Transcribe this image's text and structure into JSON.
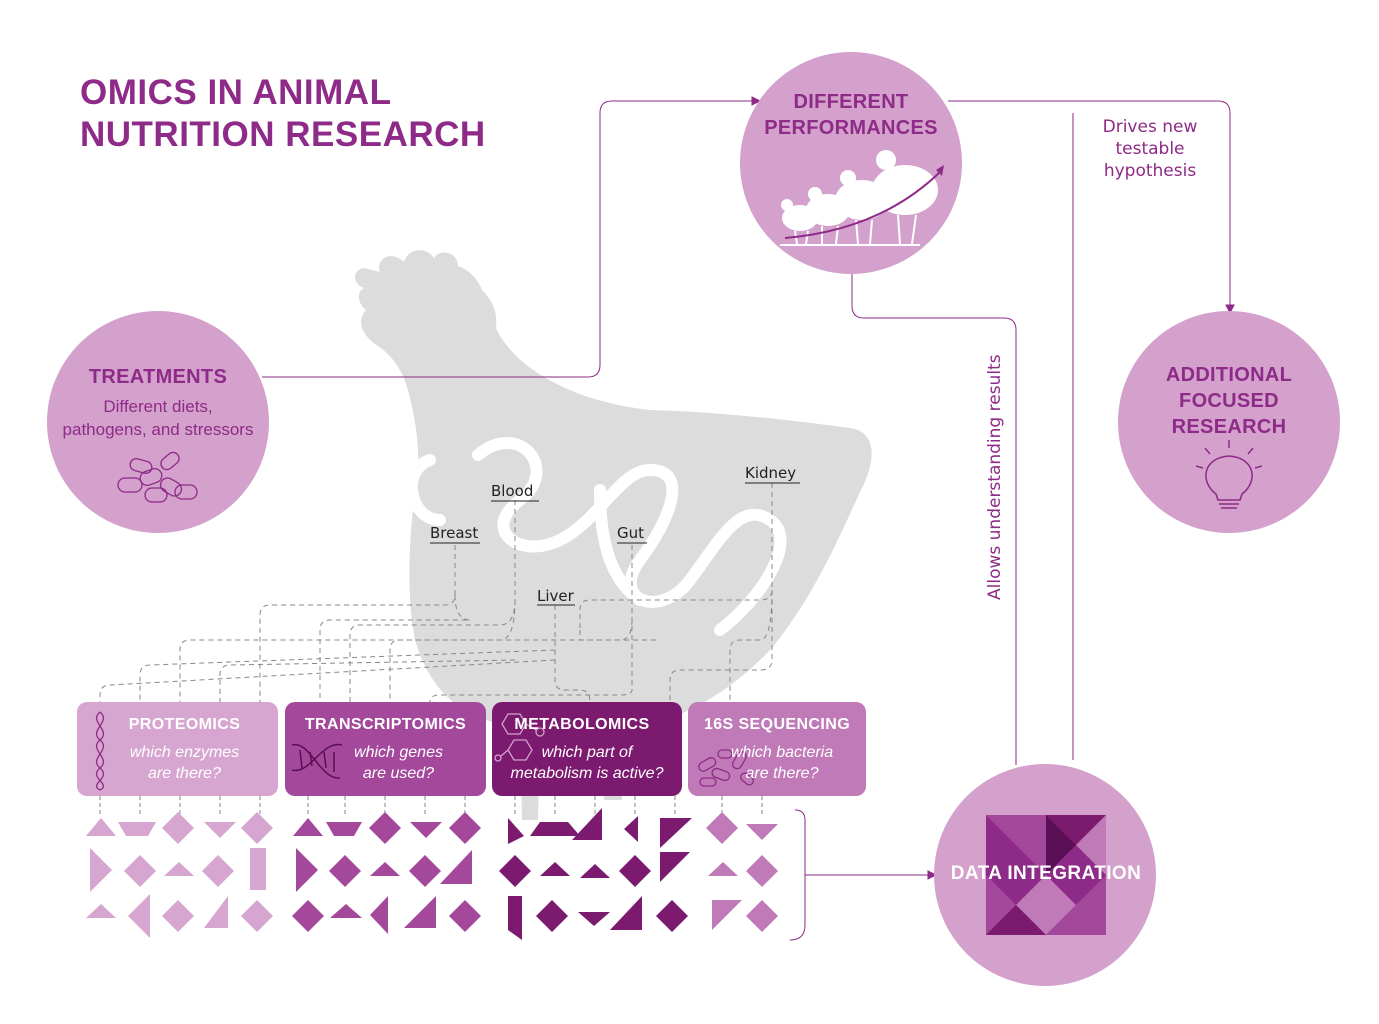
{
  "title": {
    "line1": "OMICS IN ANIMAL",
    "line2": "NUTRITION RESEARCH"
  },
  "treatments": {
    "title": "TREATMENTS",
    "line1": "Different diets,",
    "line2": "pathogens, and stressors"
  },
  "performances": {
    "line1": "DIFFERENT",
    "line2": "PERFORMANCES"
  },
  "additional": {
    "line1": "ADDITIONAL",
    "line2": "FOCUSED",
    "line3": "RESEARCH"
  },
  "drives": {
    "line1": "Drives new",
    "line2": "testable",
    "line3": "hypothesis"
  },
  "allows": "Allows understanding results",
  "organs": {
    "blood": "Blood",
    "kidney": "Kidney",
    "breast": "Breast",
    "gut": "Gut",
    "liver": "Liver"
  },
  "omics": [
    {
      "title": "PROTEOMICS",
      "line1": "which enzymes",
      "line2": "are there?"
    },
    {
      "title": "TRANSCRIPTOMICS",
      "line1": "which genes",
      "line2": "are used?"
    },
    {
      "title": "METABOLOMICS",
      "line1": "which part of",
      "line2": "metabolism is active?"
    },
    {
      "title": "16S SEQUENCING",
      "line1": "which bacteria",
      "line2": "are there?"
    }
  ],
  "data_integration": "DATA INTEGRATION",
  "colors": {
    "purple_dark": "#8e2a87",
    "circle": "#d3a1cc",
    "proteomics": "#d6a5d0",
    "transcriptomics": "#a3489b",
    "metabolomics": "#7b1a6e",
    "sequencing": "#c07ab8",
    "chicken": "#dcdcdd"
  },
  "icons": [
    "pills-icon",
    "chicken-growth-icon",
    "lightbulb-icon",
    "protein-helix-icon",
    "dna-icon",
    "molecule-icon",
    "bacteria-icon",
    "tangram-icon"
  ]
}
